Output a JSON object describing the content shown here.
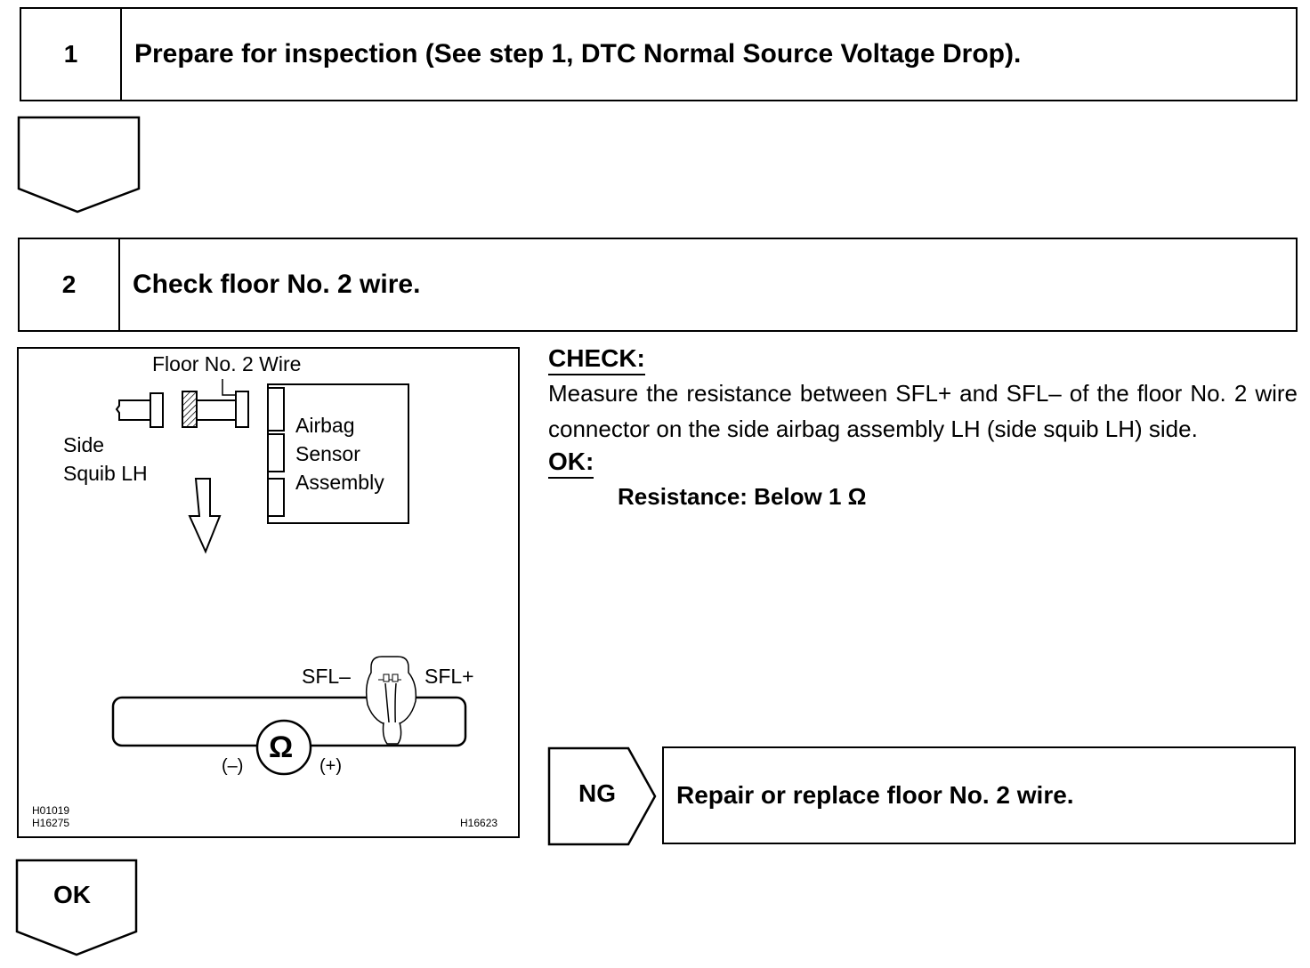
{
  "step1": {
    "number": "1",
    "title": "Prepare for inspection (See step 1, DTC Normal Source Voltage Drop)."
  },
  "step2": {
    "number": "2",
    "title": "Check floor No. 2 wire."
  },
  "figure": {
    "floor_wire_label": "Floor No. 2 Wire",
    "side_squib_label_line1": "Side",
    "side_squib_label_line2": "Squib LH",
    "airbag_label_line1": "Airbag",
    "airbag_label_line2": "Sensor",
    "airbag_label_line3": "Assembly",
    "sfl_minus": "SFL–",
    "sfl_plus": "SFL+",
    "ohm_symbol": "Ω",
    "minus_terminal": "(–)",
    "plus_terminal": "(+)",
    "code_a1": "H01019",
    "code_a2": "H16275",
    "code_b": "H16623"
  },
  "check": {
    "heading": "CHECK:",
    "text": "Measure the resistance between SFL+ and SFL– of the floor No. 2 wire connector on the side airbag assembly LH (side squib LH) side.",
    "ok_heading": "OK:",
    "spec": "Resistance: Below 1 Ω"
  },
  "ng": {
    "label": "NG",
    "action": "Repair or replace floor No. 2 wire."
  },
  "ok_arrow": {
    "label": "OK"
  }
}
